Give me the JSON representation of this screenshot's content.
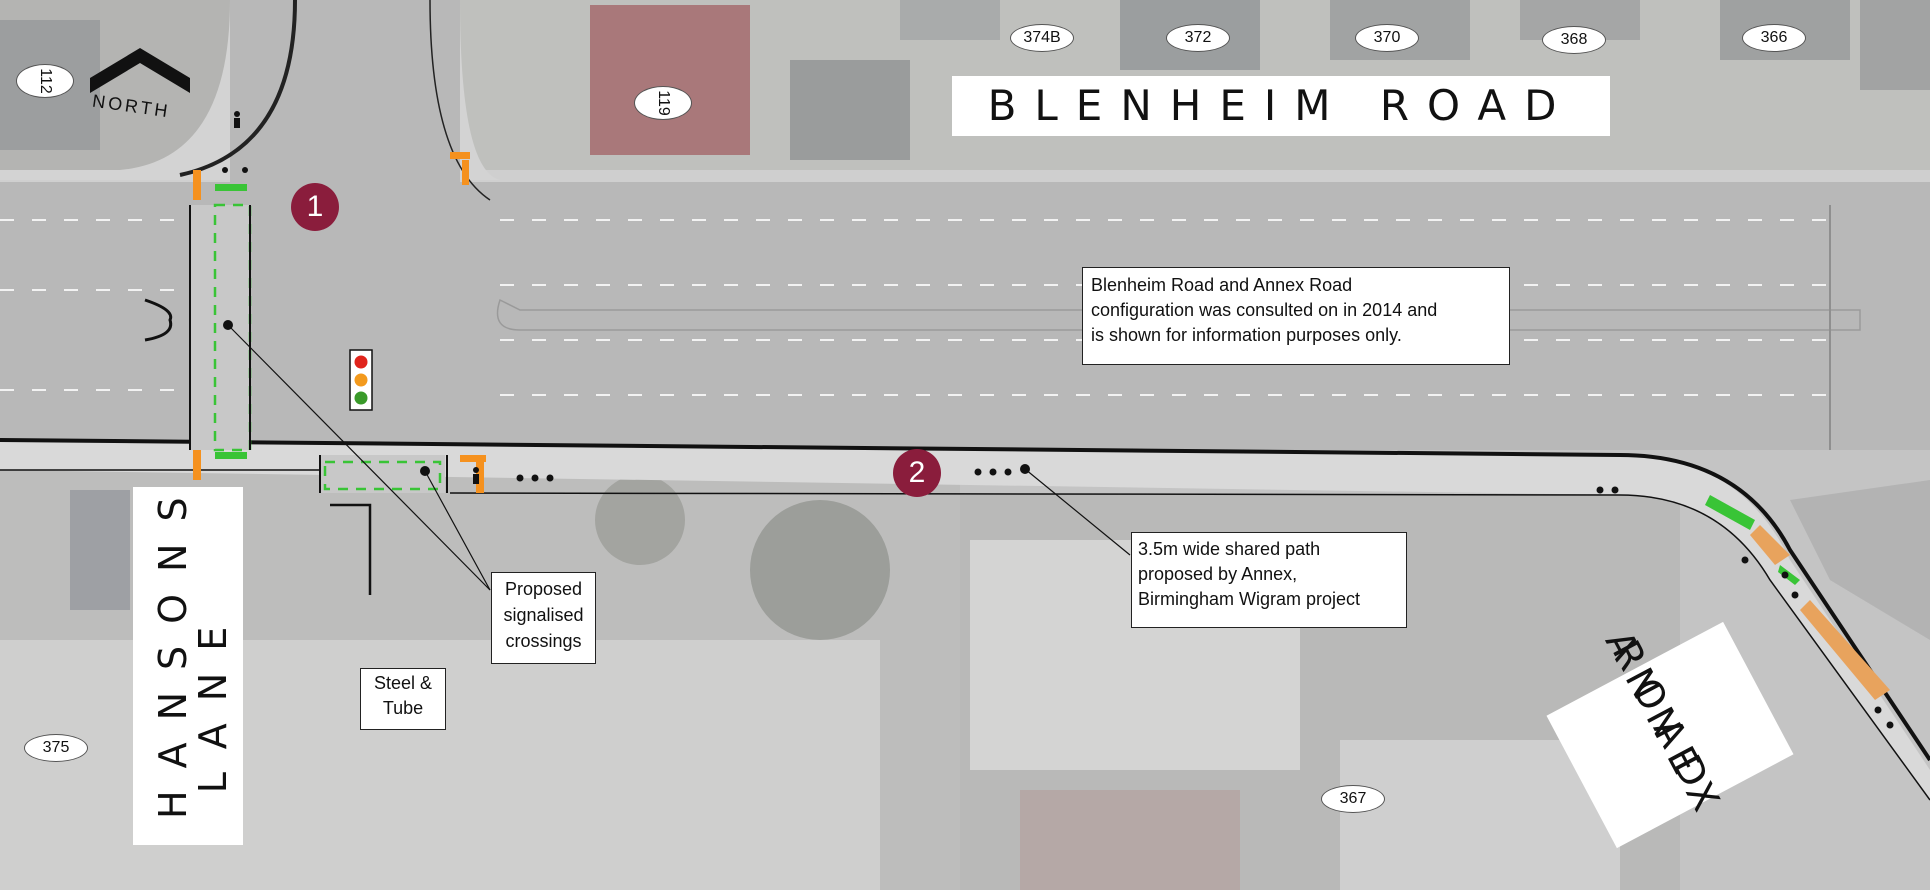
{
  "road_labels": {
    "blenheim": "BLENHEIM ROAD",
    "hansons_line1": "HANSONS",
    "hansons_line2": "LANE",
    "annex_line1": "ANNEX",
    "annex_line2": "ROAD"
  },
  "north_label": "NORTH",
  "markers": [
    "1",
    "2"
  ],
  "callouts": {
    "info_note": [
      "Blenheim Road and Annex Road",
      "configuration was consulted on in 2014 and",
      "is shown for information purposes only."
    ],
    "shared_path": [
      "3.5m wide shared path",
      "proposed by Annex,",
      "Birmingham Wigram project"
    ],
    "crossings": [
      "Proposed",
      "signalised",
      "crossings"
    ],
    "steel_tube": [
      "Steel &",
      "Tube"
    ]
  },
  "addresses": {
    "a112": "112",
    "a119": "119",
    "a374b": "374B",
    "a372": "372",
    "a370": "370",
    "a368": "368",
    "a366": "366",
    "a375": "375",
    "a367": "367"
  },
  "colors": {
    "road": "#b8b8b8",
    "footpath": "#d9d9d9",
    "marker": "#8a1d3c",
    "crossing_green": "#39c436",
    "tactile_orange": "#f5911e",
    "ped_path_orange": "#e8a35d"
  },
  "icons": [
    "north-arrow-icon",
    "traffic-light-icon",
    "pedestrian-icon",
    "cyclist-icon"
  ]
}
